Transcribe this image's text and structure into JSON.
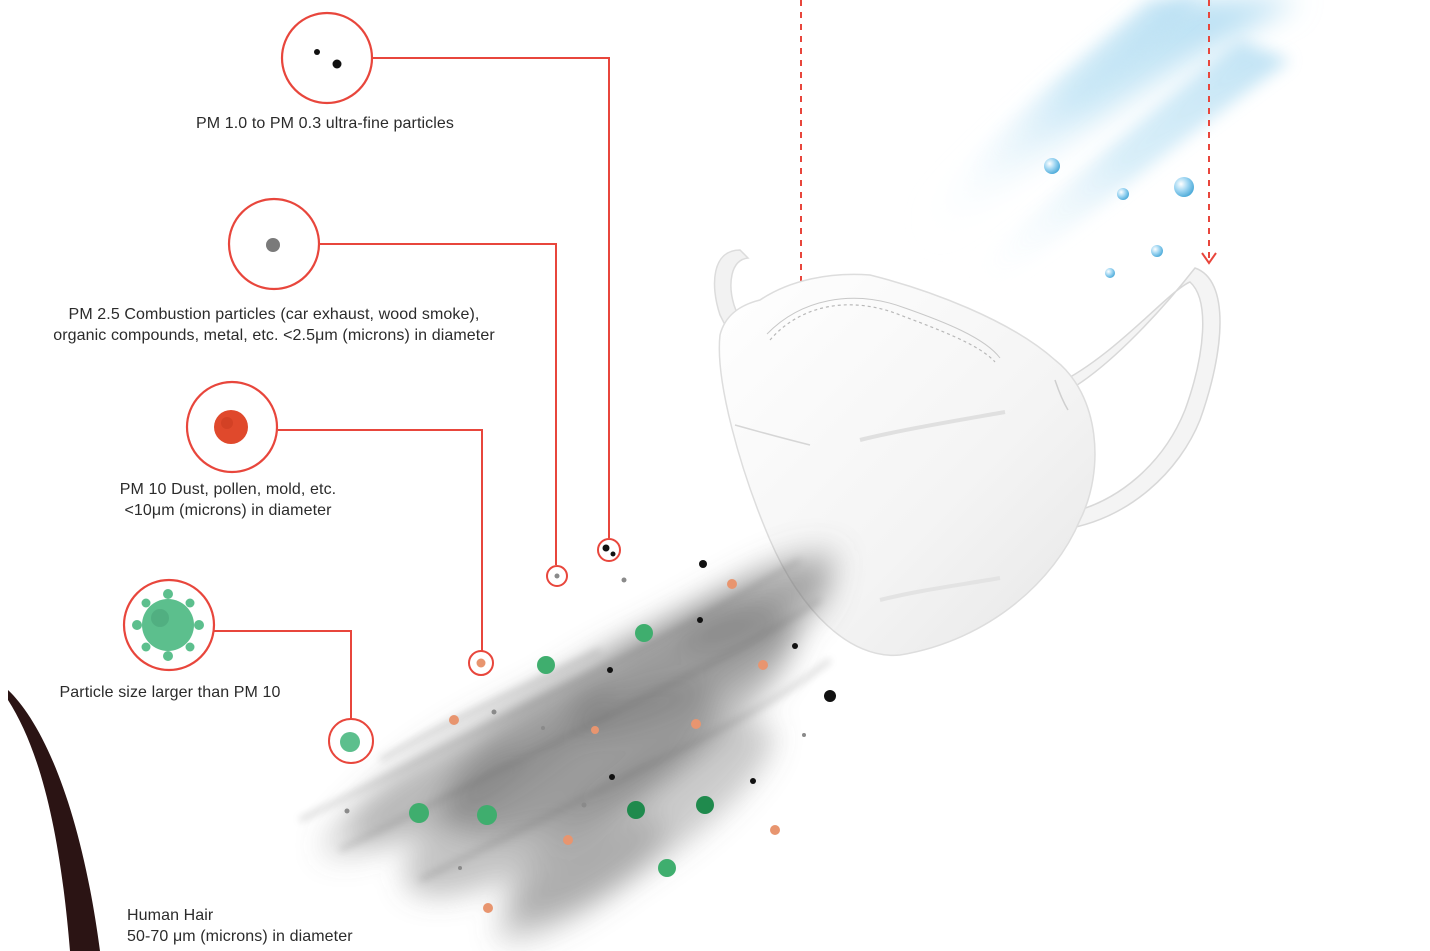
{
  "colors": {
    "callout_red": "#e8463c",
    "smoke_gray": "#6b6b6b",
    "particle_black": "#111111",
    "particle_orange": "#e8956f",
    "particle_green": "#3fae6e",
    "pm10_red": "#e0492c",
    "large_particle_green": "#5cbf8d",
    "airflow_blue": "#9fd3ef",
    "hair_brown": "#2b1414",
    "mask_white": "#fbfbfb"
  },
  "callouts": [
    {
      "id": "pm1",
      "icon": "ultra-fine-particles-icon",
      "lines": [
        "PM 1.0 to PM 0.3 ultra-fine particles"
      ]
    },
    {
      "id": "pm25",
      "icon": "combustion-particle-icon",
      "lines": [
        "PM 2.5 Combustion particles (car exhaust, wood smoke),",
        "organic compounds, metal, etc. <2.5μm (microns) in diameter"
      ]
    },
    {
      "id": "pm10",
      "icon": "dust-pollen-particle-icon",
      "lines": [
        "PM 10 Dust, pollen, mold, etc.",
        "<10μm (microns) in diameter"
      ]
    },
    {
      "id": "large",
      "icon": "large-particle-icon",
      "lines": [
        "Particle size larger than PM 10"
      ]
    }
  ],
  "hair": {
    "icon": "human-hair-icon",
    "lines": [
      "Human Hair",
      "50-70 μm (microns) in diameter"
    ]
  },
  "mask": {
    "icon": "face-mask-icon"
  },
  "airflow": {
    "icon": "clean-airflow-icon"
  }
}
